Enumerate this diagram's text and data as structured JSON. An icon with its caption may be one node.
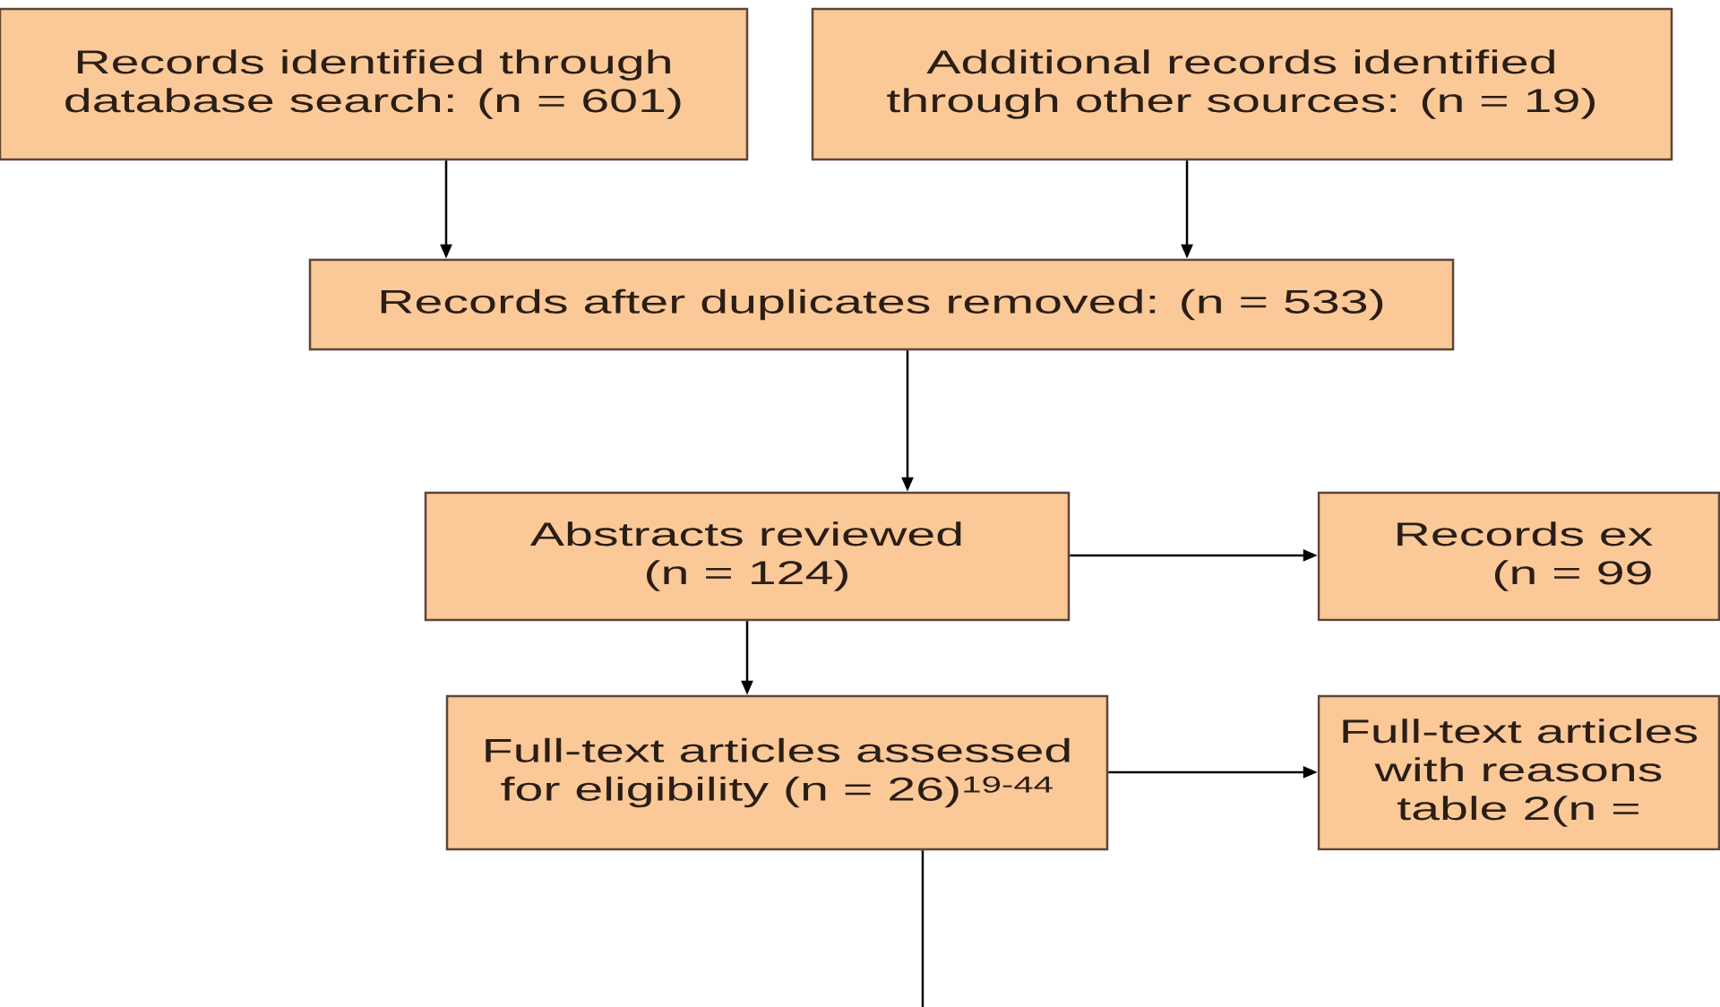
{
  "diagram": {
    "nodes": [
      {
        "text": [
          "Records identified through database search: (n = 601)"
        ]
      },
      {
        "text": [
          "Additional records identified through other sources: (n = 19)"
        ]
      },
      {
        "text": [
          "Records after duplicates removed: (n = 533)"
        ]
      },
      {
        "text": [
          "Abstracts reviewed (n = 124)"
        ]
      },
      {
        "text": [
          "Records ex (n = 99"
        ]
      },
      {
        "text": [
          "Full-text articles assessed for eligibility (n = 26)$^{19-44}$"
        ]
      },
      {
        "text": [
          "Full-text articles with reasons table 2(n ="
        ]
      }
    ],
    "edges": [
      {
        "from": 0,
        "to": 2,
        "arrow": "to"
      },
      {
        "from": 1,
        "to": 2,
        "arrow": "to"
      },
      {
        "from": 2,
        "to": 3,
        "arrow": "to"
      },
      {
        "from": 3,
        "to": 4,
        "arrow": "to"
      },
      {
        "from": 3,
        "to": 5,
        "arrow": "to"
      },
      {
        "from": 5,
        "to": 6,
        "arrow": "to"
      },
      {
        "from": 5,
        "to": null,
        "arrow": "none"
      }
    ]
  }
}
